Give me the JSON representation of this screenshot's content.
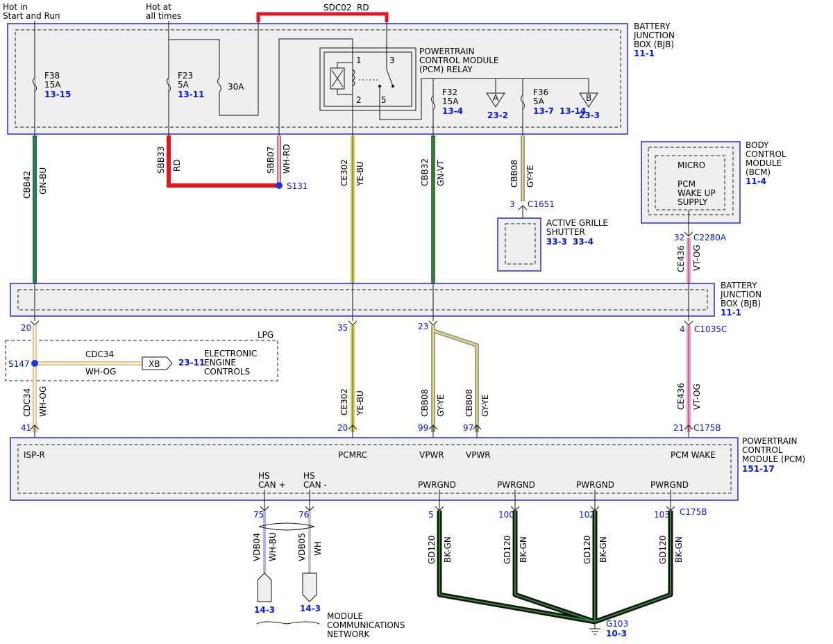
{
  "top_labels": {
    "hot_run_1": "Hot in",
    "hot_run_2": "Start and Run",
    "hot_all_1": "Hot at",
    "hot_all_2": "all times",
    "sdc02": "SDC02",
    "sdc02_color": "RD"
  },
  "bjb_top": {
    "title_1": "BATTERY",
    "title_2": "JUNCTION",
    "title_3": "BOX (BJB)",
    "ref": "11-1"
  },
  "fuses": {
    "f38": {
      "name": "F38",
      "amp": "15A",
      "ref": "13-15"
    },
    "f23": {
      "name": "F23",
      "amp": "5A",
      "ref": "13-11"
    },
    "f30": {
      "amp": "30A"
    },
    "f32": {
      "name": "F32",
      "amp": "15A",
      "ref": "13-4"
    },
    "f36": {
      "name": "F36",
      "amp": "5A",
      "ref": "13-7",
      "ref2": "13-14"
    }
  },
  "relay": {
    "title_1": "POWERTRAIN",
    "title_2": "CONTROL MODULE",
    "title_3": "(PCM) RELAY",
    "pin1": "1",
    "pin2": "2",
    "pin3": "3",
    "pin5": "5"
  },
  "triangles": {
    "a": {
      "label": "A",
      "ref": "23-2"
    },
    "b": {
      "label": "B",
      "ref": "23-3"
    }
  },
  "upper_wires": {
    "cbb42": {
      "id": "CBB42",
      "color": "GN-BU"
    },
    "sbb33": {
      "id": "SBB33",
      "color": "RD"
    },
    "sbb07": {
      "id": "SBB07",
      "color": "WH-RD"
    },
    "s131": "S131",
    "ce302": {
      "id": "CE302",
      "color": "YE-BU"
    },
    "cbb32": {
      "id": "CBB32",
      "color": "GN-VT"
    },
    "cbb08": {
      "id": "CBB08",
      "color": "GY-YE"
    },
    "ce436": {
      "id": "CE436",
      "color": "VT-OG"
    }
  },
  "c1651": {
    "pin": "3",
    "conn": "C1651"
  },
  "grille": {
    "title_1": "ACTIVE GRILLE",
    "title_2": "SHUTTER",
    "ref1": "33-3",
    "ref2": "33-4"
  },
  "bcm": {
    "title_1": "BODY",
    "title_2": "CONTROL",
    "title_3": "MODULE",
    "title_4": "(BCM)",
    "ref": "11-4",
    "micro": "MICRO",
    "pcm_1": "PCM",
    "pcm_2": "WAKE UP",
    "pcm_3": "SUPPLY"
  },
  "c2280a": {
    "pin": "32",
    "conn": "C2280A"
  },
  "bjb_mid": {
    "title_1": "BATTERY",
    "title_2": "JUNCTION",
    "title_3": "BOX (BJB)",
    "ref": "11-1"
  },
  "mid_pins": {
    "p20": "20",
    "p35": "35",
    "p23": "23",
    "p4": "4",
    "c1035c": "C1035C"
  },
  "lpg": {
    "label": "LPG",
    "s147": "S147",
    "cdc34": "CDC34",
    "color": "WH-OG",
    "xb": "XB",
    "ref": "23-11",
    "t1": "ELECTRONIC",
    "t2": "ENGINE",
    "t3": "CONTROLS"
  },
  "lower_wires": {
    "cdc34": {
      "id": "CDC34",
      "color": "WH-OG"
    },
    "ce302": {
      "id": "CE302",
      "color": "YE-BU"
    },
    "cbb08a": {
      "id": "CBB08",
      "color": "GY-YE"
    },
    "cbb08b": {
      "id": "CBB08",
      "color": "GY-YE"
    },
    "ce436": {
      "id": "CE436",
      "color": "VT-OG"
    }
  },
  "pcm_pins_top": {
    "p41": "41",
    "p20": "20",
    "p99": "99",
    "p97": "97",
    "p21": "21",
    "c175b": "C175B"
  },
  "pcm": {
    "title_1": "POWERTRAIN",
    "title_2": "CONTROL",
    "title_3": "MODULE (PCM)",
    "ref": "151-17",
    "isp": "ISP-R",
    "pcmrc": "PCMRC",
    "vpwr1": "VPWR",
    "vpwr2": "VPWR",
    "wake": "PCM WAKE",
    "hs1a": "HS",
    "hs1b": "CAN +",
    "hs2a": "HS",
    "hs2b": "CAN -",
    "g1": "PWRGND",
    "g2": "PWRGND",
    "g3": "PWRGND",
    "g4": "PWRGND"
  },
  "pcm_pins_bottom": {
    "p75": "75",
    "p76": "76",
    "p5": "5",
    "p100": "100",
    "p102": "102",
    "p103": "103",
    "c175b": "C175B"
  },
  "bottom_wires": {
    "vdb04": {
      "id": "VDB04",
      "color": "WH-BU"
    },
    "vdb05": {
      "id": "VDB05",
      "color": "WH"
    },
    "gd1": {
      "id": "GD120",
      "color": "BK-GN"
    },
    "gd2": {
      "id": "GD120",
      "color": "BK-GN"
    },
    "gd3": {
      "id": "GD120",
      "color": "BK-GN"
    },
    "gd4": {
      "id": "GD120",
      "color": "BK-GN"
    }
  },
  "network": {
    "ref1": "14-3",
    "ref2": "14-3",
    "t1": "MODULE",
    "t2": "COMMUNICATIONS",
    "t3": "NETWORK"
  },
  "ground": {
    "id": "G103",
    "ref": "10-3"
  },
  "colors": {
    "red": "#e8141c",
    "green": "#1e6b1e",
    "yellow": "#e8e060",
    "pink": "#f0a0b8",
    "orange": "#f0c080",
    "blue_text": "#0018e8",
    "box": "#2a2ad0"
  }
}
